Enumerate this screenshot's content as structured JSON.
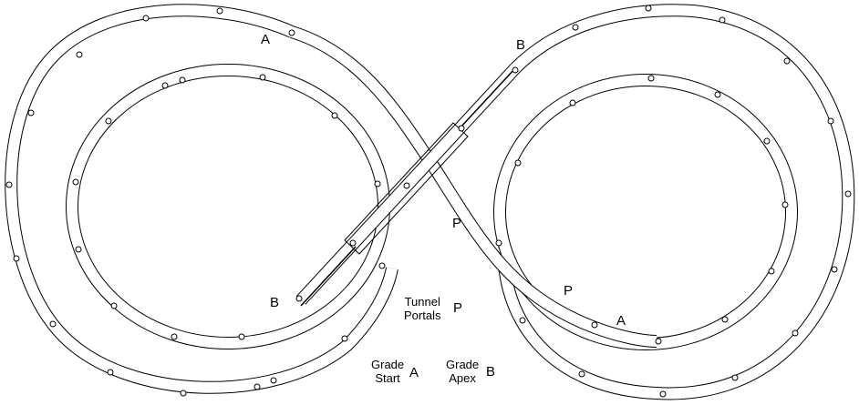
{
  "markers": {
    "grade_start": "A",
    "grade_apex": "B",
    "tunnel_portal": "P"
  },
  "legend": {
    "tunnel_line1": "Tunnel",
    "tunnel_line2": "Portals",
    "tunnel_symbol": "P",
    "start_line1": "Grade",
    "start_line2": "Start",
    "start_symbol": "A",
    "apex_line1": "Grade",
    "apex_line2": "Apex",
    "apex_symbol": "B"
  }
}
